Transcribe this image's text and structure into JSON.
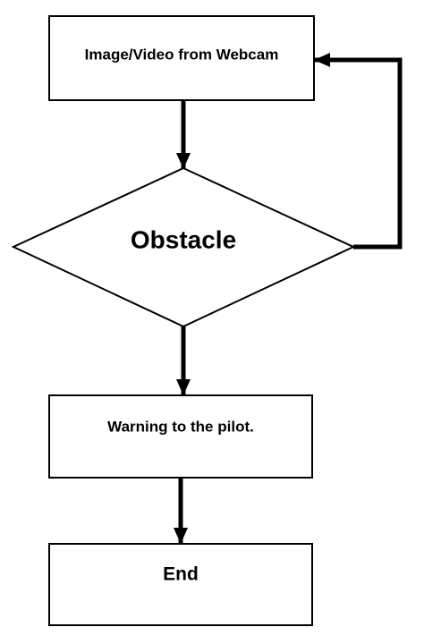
{
  "diagram": {
    "nodes": {
      "input": {
        "label": "Image/Video from Webcam",
        "shape": "rectangle"
      },
      "decision": {
        "label": "Obstacle",
        "shape": "diamond"
      },
      "warning": {
        "label": "Warning to the pilot.",
        "shape": "rectangle"
      },
      "end": {
        "label": "End",
        "shape": "rectangle"
      }
    },
    "edges": [
      {
        "from": "input",
        "to": "decision"
      },
      {
        "from": "decision",
        "to": "warning"
      },
      {
        "from": "warning",
        "to": "end"
      },
      {
        "from": "decision",
        "to": "input"
      }
    ],
    "colors": {
      "stroke": "#000000",
      "fill": "#ffffff",
      "text": "#000000"
    }
  }
}
